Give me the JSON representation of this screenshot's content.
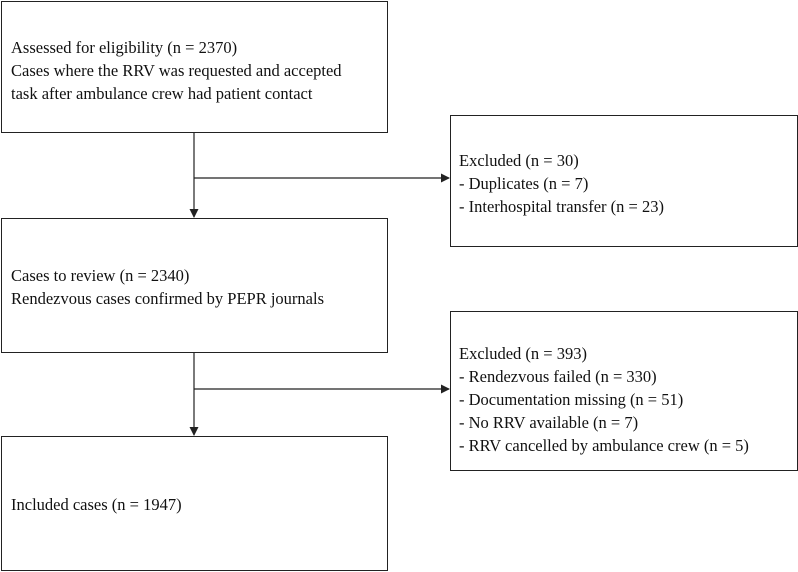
{
  "boxes": {
    "assessed": {
      "lines": [
        "Assessed for eligibility (n = 2370)",
        "Cases where the RRV was requested and accepted",
        "task after ambulance crew had patient contact"
      ]
    },
    "excluded_first": {
      "lines": [
        "Excluded (n = 30)",
        "- Duplicates (n = 7)",
        "- Interhospital transfer (n = 23)"
      ]
    },
    "review": {
      "lines": [
        "Cases to review (n = 2340)",
        "Rendezvous cases confirmed by PEPR journals"
      ]
    },
    "excluded_second": {
      "lines": [
        "Excluded (n = 393)",
        "- Rendezvous failed (n = 330)",
        "- Documentation missing (n = 51)",
        "- No RRV available (n = 7)",
        "- RRV cancelled by ambulance crew (n = 5)"
      ]
    },
    "included": {
      "lines": [
        "Included cases (n = 1947)"
      ]
    }
  },
  "colors": {
    "stroke": "#222222",
    "text": "#111111",
    "background": "#ffffff"
  }
}
